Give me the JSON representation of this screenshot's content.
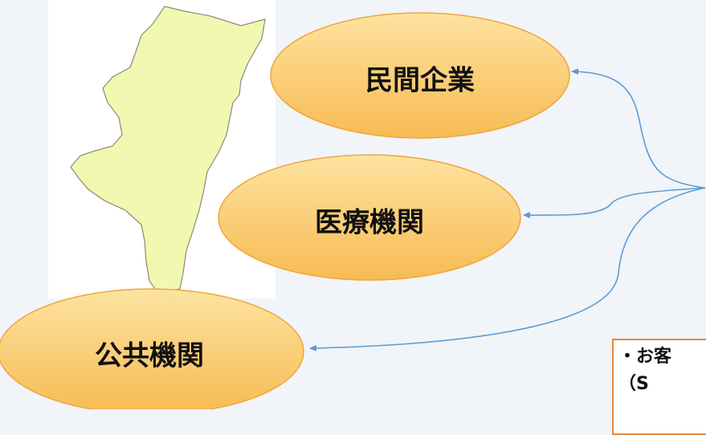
{
  "nodes": {
    "private_company": "民間企業",
    "medical_institution": "医療機関",
    "public_institution": "公共機関"
  },
  "note": {
    "line1": "・お客",
    "line2": "（S"
  },
  "colors": {
    "ellipse_fill_top": "#fde3a0",
    "ellipse_fill_bottom": "#f7bb53",
    "ellipse_stroke": "#f0a63a",
    "map_fill": "#f2f8b0",
    "arrow": "#5b9bd5",
    "note_border": "#e8893a"
  }
}
